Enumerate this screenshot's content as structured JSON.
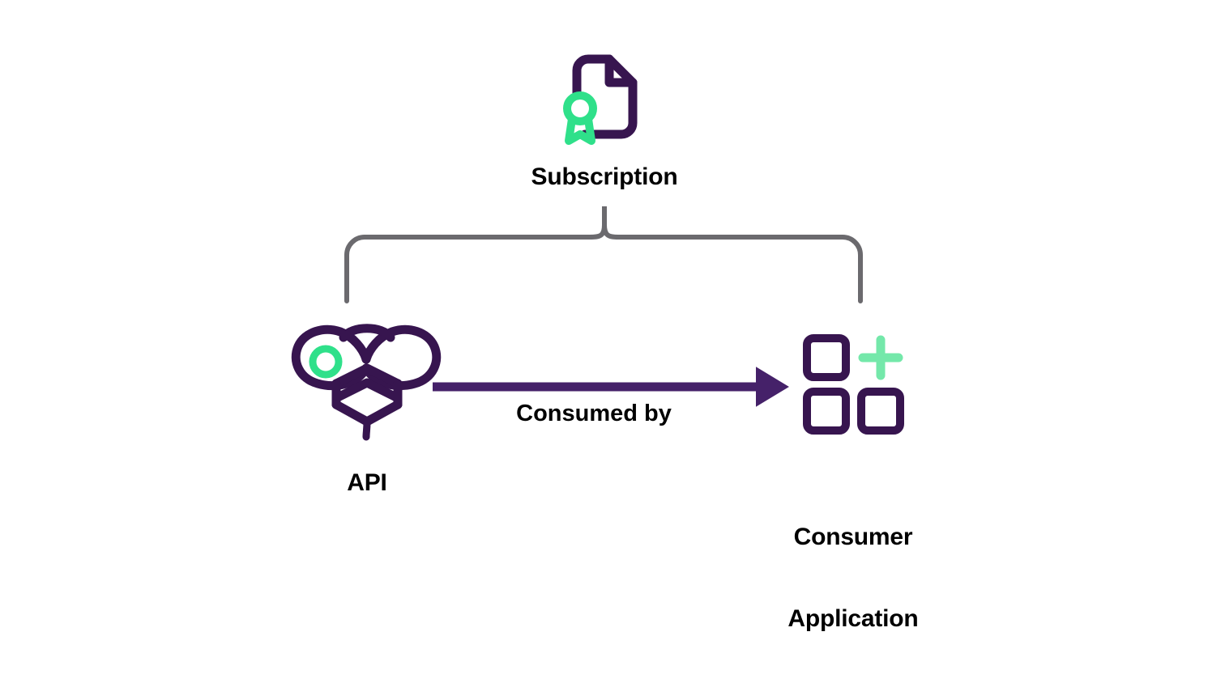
{
  "diagram": {
    "type": "relationship-diagram",
    "background_color": "#ffffff",
    "title_text": "",
    "nodes": [
      {
        "id": "subscription",
        "label": "Subscription",
        "icon": "document-award-icon",
        "icon_colors": {
          "document": "#37154F",
          "award": "#2FE08A"
        }
      },
      {
        "id": "api",
        "label": "API",
        "icon": "bee-icon",
        "icon_colors": {
          "body": "#37154F",
          "eye": "#2FE08A"
        }
      },
      {
        "id": "consumer-application",
        "label_line1": "Consumer",
        "label_line2": "Application",
        "label": "Consumer Application",
        "icon": "app-grid-plus-icon",
        "icon_colors": {
          "squares": "#37154F",
          "plus": "#74E8AA"
        }
      }
    ],
    "edges": [
      {
        "id": "api-to-consumer",
        "label": "Consumed by",
        "from": "api",
        "to": "consumer-application",
        "style": "solid-arrow",
        "color": "#452169"
      },
      {
        "id": "subscription-brace",
        "label": "",
        "from": "subscription",
        "to": "api-and-consumer-application",
        "style": "curly-brace",
        "color": "#6B6A6E"
      }
    ],
    "colors": {
      "dark_purple": "#37154F",
      "arrow_purple": "#452169",
      "bright_green": "#2FE08A",
      "light_green": "#74E8AA",
      "brace_gray": "#6B6A6E",
      "text_black": "#000000",
      "background": "#ffffff"
    }
  }
}
